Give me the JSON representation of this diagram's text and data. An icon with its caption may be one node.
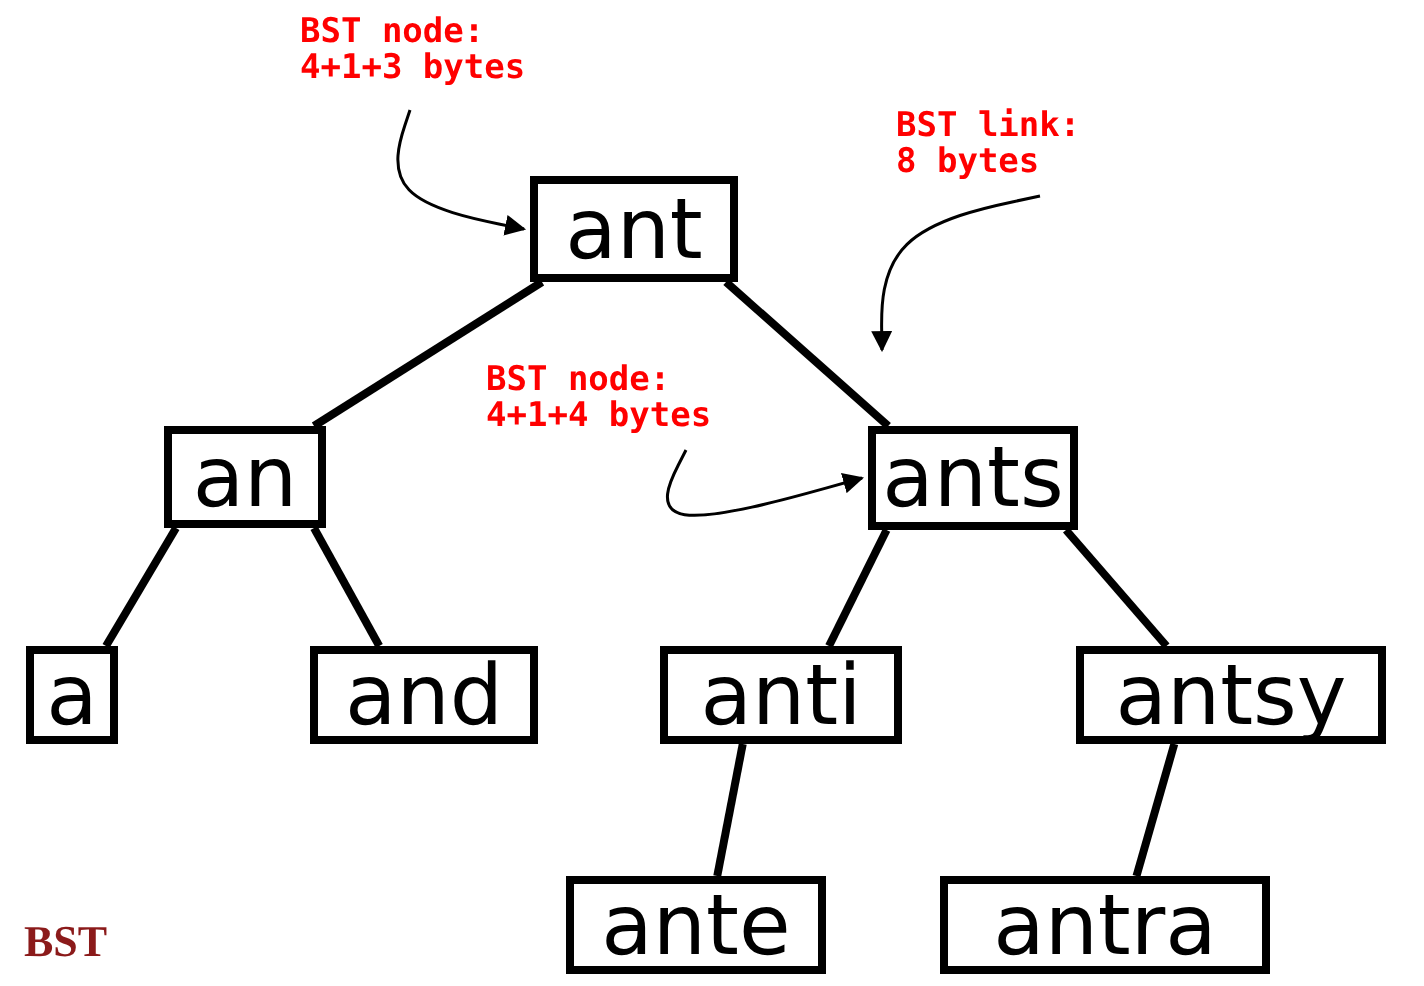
{
  "diagram": {
    "nodes": [
      {
        "text": [
          "ant"
        ]
      },
      {
        "text": [
          "an"
        ]
      },
      {
        "text": [
          "ants"
        ]
      },
      {
        "text": [
          "a"
        ]
      },
      {
        "text": [
          "and"
        ]
      },
      {
        "text": [
          "anti"
        ]
      },
      {
        "text": [
          "antsy"
        ]
      },
      {
        "text": [
          "ante"
        ]
      },
      {
        "text": [
          "antra"
        ]
      },
      {
        "text": [
          "BST node: 4+1+3 bytes"
        ]
      },
      {
        "text": [
          "BST link: 8 bytes"
        ]
      },
      {
        "text": [
          "BST node: 4+1+4 bytes"
        ]
      }
    ],
    "edges": [
      {
        "from": 0,
        "to": 1,
        "arrow": "none"
      },
      {
        "from": 0,
        "to": 2,
        "arrow": "none"
      },
      {
        "from": 1,
        "to": 3,
        "arrow": "none"
      },
      {
        "from": 1,
        "to": 4,
        "arrow": "none"
      },
      {
        "from": 2,
        "to": 5,
        "arrow": "none"
      },
      {
        "from": 2,
        "to": 6,
        "arrow": "none"
      },
      {
        "from": 5,
        "to": 7,
        "arrow": "none"
      },
      {
        "from": 6,
        "to": 8,
        "arrow": "none"
      },
      {
        "from": 9,
        "to": 0,
        "arrow": "to"
      },
      {
        "from": 10,
        "to": null,
        "arrow": "to"
      },
      {
        "from": 11,
        "to": 2,
        "arrow": "to"
      }
    ],
    "labels": [
      "BST"
    ]
  }
}
